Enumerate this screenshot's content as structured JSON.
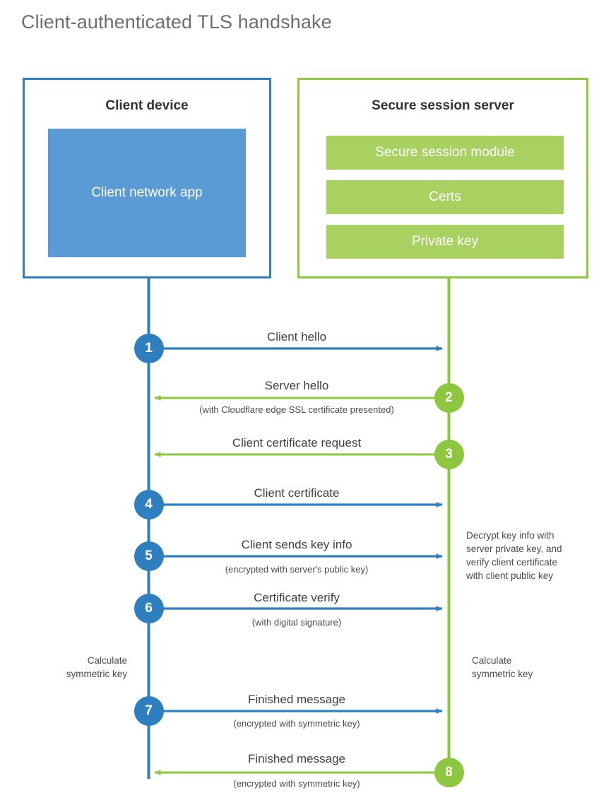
{
  "title": "Client-authenticated TLS handshake",
  "colors": {
    "client_blue": "#2e7fc0",
    "client_app_fill": "#5b9bd5",
    "server_green": "#8dc63f",
    "server_block_fill": "#a9d161",
    "title_gray": "#6d6e71",
    "text_gray": "#3f3f3f",
    "background": "#ffffff"
  },
  "parties": {
    "client": {
      "title": "Client device",
      "blocks": [
        {
          "label": "Client network app"
        }
      ]
    },
    "server": {
      "title": "Secure session server",
      "blocks": [
        {
          "label": "Secure session module"
        },
        {
          "label": "Certs"
        },
        {
          "label": "Private key"
        }
      ]
    }
  },
  "steps": [
    {
      "number": "1",
      "origin": "client",
      "direction": "client-to-server",
      "label": "Client hello",
      "sublabel": ""
    },
    {
      "number": "2",
      "origin": "server",
      "direction": "server-to-client",
      "label": "Server hello",
      "sublabel": "(with Cloudflare edge SSL certificate presented)"
    },
    {
      "number": "3",
      "origin": "server",
      "direction": "server-to-client",
      "label": "Client certificate request",
      "sublabel": ""
    },
    {
      "number": "4",
      "origin": "client",
      "direction": "client-to-server",
      "label": "Client certificate",
      "sublabel": ""
    },
    {
      "number": "5",
      "origin": "client",
      "direction": "client-to-server",
      "label": "Client sends key info",
      "sublabel": "(encrypted with server's public key)"
    },
    {
      "number": "6",
      "origin": "client",
      "direction": "client-to-server",
      "label": "Certificate verify",
      "sublabel": "(with digital signature)"
    },
    {
      "number": "7",
      "origin": "client",
      "direction": "client-to-server",
      "label": "Finished message",
      "sublabel": "(encrypted with symmetric key)"
    },
    {
      "number": "8",
      "origin": "server",
      "direction": "server-to-client",
      "label": "Finished message",
      "sublabel": "(encrypted with symmetric key)"
    }
  ],
  "notes": {
    "server_decrypt": "Decrypt key info with server private key, and verify client certificate with client public key",
    "server_decrypt_lines": [
      "Decrypt key info with",
      "server private key, and",
      "verify client certificate",
      "with client public key"
    ],
    "client_calc_lines": [
      "Calculate",
      "symmetric key"
    ],
    "server_calc_lines": [
      "Calculate",
      "symmetric key"
    ]
  }
}
